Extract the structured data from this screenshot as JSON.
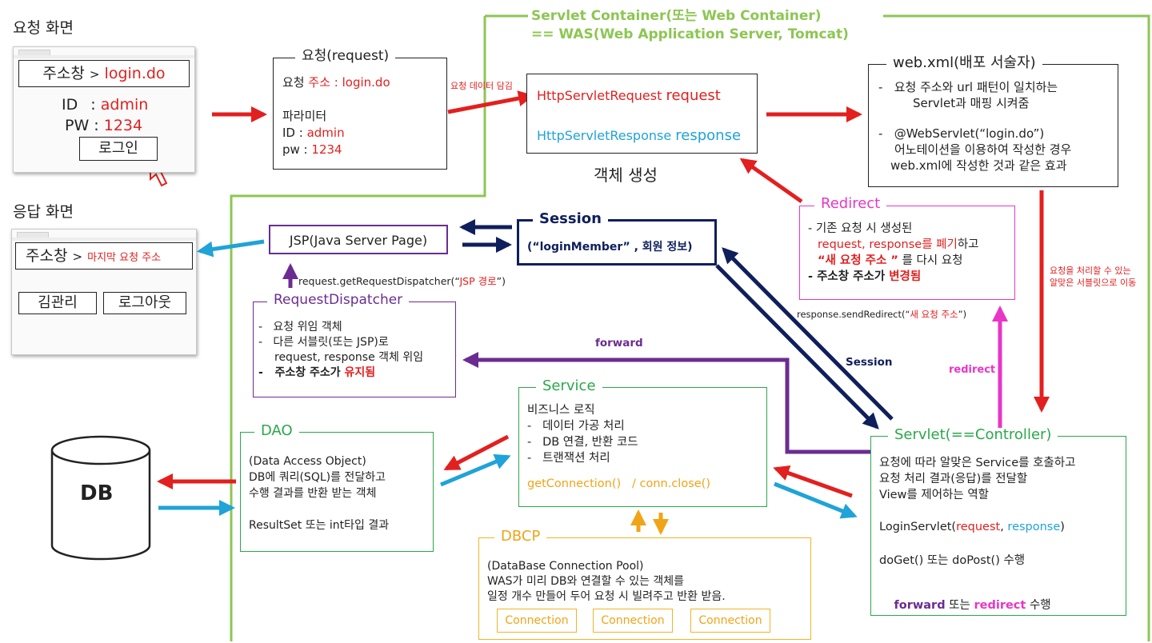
{
  "request_screen": {
    "title": "요청 화면",
    "address_label": "주소창",
    "address_arrow": ">",
    "address_value": "login.do",
    "id_label": "ID",
    "id_sep": ":",
    "id_value": "admin",
    "pw_label": "PW",
    "pw_sep": ":",
    "pw_value": "1234",
    "login_button": "로그인"
  },
  "response_screen": {
    "title": "응답 화면",
    "address_label": "주소창",
    "address_arrow": ">",
    "address_value": "마지막 요청 주소",
    "user_button": "김관리",
    "logout_button": "로그아웃"
  },
  "request_box": {
    "title": "요청(request)",
    "addr_prefix": "요청",
    "addr_label": "주소 :",
    "addr_value": "login.do",
    "params_label": "파라미터",
    "id_label": "ID :",
    "id_value": "admin",
    "pw_label": "pw :",
    "pw_value": "1234"
  },
  "data_carry_label": "요청 데이터 담김",
  "container": {
    "title_line1": "Servlet Container(또는 Web Container)",
    "title_line2": "== WAS(Web Application Server, Tomcat)"
  },
  "http_objects": {
    "request_type": "HttpServletRequest",
    "request_name": "request",
    "response_type": "HttpServletResponse",
    "response_name": "response",
    "caption": "객체 생성"
  },
  "webxml": {
    "title": "web.xml(배포 서술자)",
    "item1_line1": "요청 주소와 url 패턴이 일치하는",
    "item1_line2": "Servlet과 매핑 시켜줌",
    "item2_line1": "@WebServlet(“login.do”)",
    "item2_line2": "어노테이션을 이용하여 작성한 경우",
    "item2_line3": "web.xml에 작성한 것과 같은 효과"
  },
  "redirect_box": {
    "title": "Redirect",
    "line1": "기존 요청 시 생성된",
    "line2_red": "request, response를 폐기",
    "line2_rest": "하고",
    "line3_red": "“새 요청 주소 ”",
    "line3_rest": " 를 다시 요청",
    "line4_bold": "주소창 주소가 ",
    "line4_red": "변경됨"
  },
  "mapping_note": {
    "line1": "요청을 처리할 수 있는",
    "line2": "알맞은 서블릿으로 이동"
  },
  "send_redirect": {
    "prefix": "response.sendRedirect(“",
    "value": "새 요청 주소",
    "suffix": "”)"
  },
  "redirect_arrow_label": "redirect",
  "session_box": {
    "title": "Session",
    "content": "(“loginMember” , 회원 정보)"
  },
  "session_arrow_label": "Session",
  "jsp_box": {
    "title": "JSP(Java Server Page)"
  },
  "dispatcher_call": {
    "prefix": "request.getRequestDispatcher(“",
    "value": "JSP 경로",
    "suffix": "”)"
  },
  "dispatcher_box": {
    "title": "RequestDispatcher",
    "item1": "요청 위임 객체",
    "item2_line1": "다른 서블릿(또는 JSP)로",
    "item2_line2": "request, response 객체 위임",
    "item3_bold": "주소창 주소가 ",
    "item3_red": "유지됨"
  },
  "forward_label": "forward",
  "service_box": {
    "title": "Service",
    "heading": "비즈니스 로직",
    "item1": "데이터 가공 처리",
    "item2": "DB 연결, 반환 코드",
    "item3": "트랜잭션 처리",
    "methods": "getConnection()   / conn.close()"
  },
  "dao_box": {
    "title": "DAO",
    "line1": "(Data Access Object)",
    "line2": "DB에 쿼리(SQL)를 전달하고",
    "line3": "수행 결과를 반환 받는 객체",
    "line4": "ResultSet 또는 int타입 결과"
  },
  "db_label": "DB",
  "dbcp_box": {
    "title": "DBCP",
    "line1": "(DataBase Connection Pool)",
    "line2": "WAS가 미리 DB와 연결할 수 있는 객체를",
    "line3": "일정 개수 만들어 두어 요청 시 빌려주고 반환 받음.",
    "connections": [
      "Connection",
      "Connection",
      "Connection"
    ]
  },
  "servlet_box": {
    "title": "Servlet(==Controller)",
    "line1": "요청에 따라 알맞은 Service를 호출하고",
    "line2": "요청 처리 결과(응답)를 전달할",
    "line3": "View를 제어하는 역할",
    "login_prefix": "LoginServlet(",
    "login_request": "request",
    "login_comma": ", ",
    "login_response": "response",
    "login_suffix": ")",
    "do_methods": "doGet() 또는 doPost() 수행",
    "forward_word": "forward",
    "or_word": " 또는 ",
    "redirect_word": "redirect",
    "perform_word": " 수행"
  },
  "colors": {
    "red": "#e2201f",
    "blue": "#1fa3d8",
    "green": "#8dc653",
    "dark_green": "#2aa84a",
    "purple": "#6b2c91",
    "navy": "#0f1f5c",
    "magenta": "#e836c7",
    "orange": "#f0a417"
  }
}
